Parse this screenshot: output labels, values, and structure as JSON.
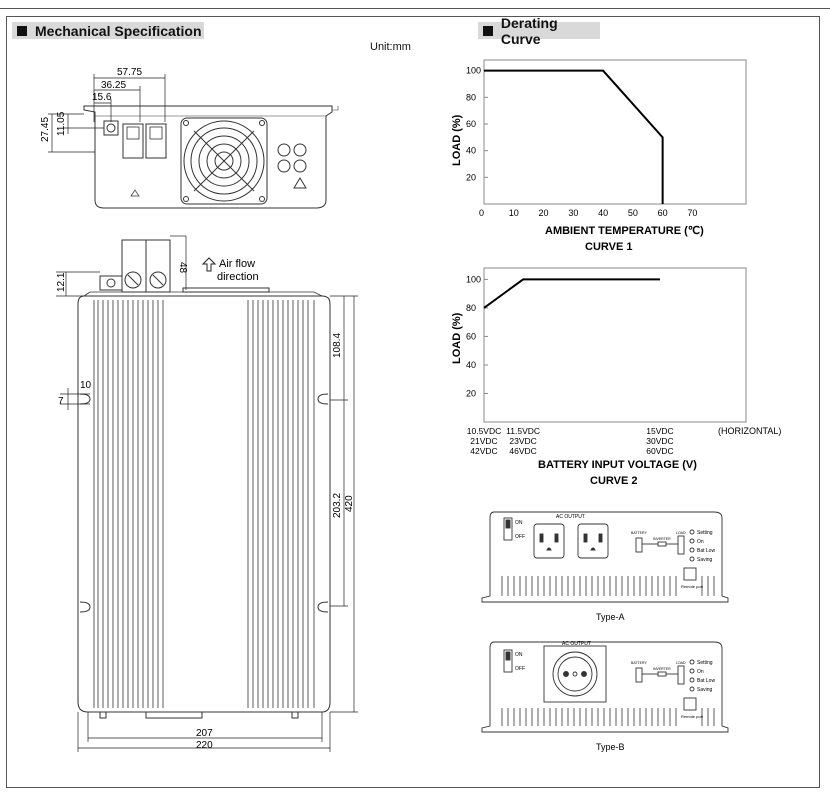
{
  "headers": {
    "mechanical": "Mechanical Specification",
    "derating": "Derating Curve"
  },
  "unit": "Unit:mm",
  "dims": {
    "d57_75": "57.75",
    "d36_25": "36.25",
    "d15_6": "15.6",
    "d27_45": "27.45",
    "d11_05": "11.05",
    "d48": "48",
    "d12_1": "12.1",
    "d108_4": "108.4",
    "d420": "420",
    "d203_2": "203.2",
    "d10": "10",
    "d7": "7",
    "d207": "207",
    "d220": "220"
  },
  "airflow": {
    "line1": "Air flow",
    "line2": "direction"
  },
  "chart_data": [
    {
      "type": "line",
      "name": "curve1",
      "x": [
        0,
        40,
        60,
        60
      ],
      "y": [
        100,
        100,
        50,
        0
      ],
      "xticks": [
        "0",
        "10",
        "20",
        "30",
        "40",
        "50",
        "60",
        "70"
      ],
      "yticks": [
        "20",
        "40",
        "60",
        "80",
        "100"
      ],
      "xlim": [
        0,
        88
      ],
      "ylim": [
        0,
        108
      ],
      "ylabel": "LOAD (%)",
      "xlabel": "AMBIENT  TEMPERATURE (℃)",
      "title": "CURVE 1"
    },
    {
      "type": "line",
      "name": "curve2",
      "x": [
        10.5,
        11.5,
        15
      ],
      "y": [
        80,
        100,
        100
      ],
      "xticks": [
        [
          "10.5VDC",
          "21VDC",
          "42VDC"
        ],
        [
          "11.5VDC",
          "23VDC",
          "46VDC"
        ],
        [
          "15VDC",
          "30VDC",
          "60VDC"
        ]
      ],
      "yticks": [
        "20",
        "40",
        "60",
        "80",
        "100"
      ],
      "ylim": [
        0,
        108
      ],
      "extra": "(HORIZONTAL)",
      "ylabel": "LOAD (%)",
      "xlabel": "BATTERY  INPUT  VOLTAGE (V)",
      "title": "CURVE 2"
    }
  ],
  "panels": {
    "typeA": {
      "label": "Type-A",
      "ac_output": "AC OUTPUT",
      "on": "ON",
      "off": "OFF",
      "battery": "BATTERY",
      "inverter": "INVERTER",
      "load": "LOAD",
      "leds": [
        "Setting",
        "On",
        "Bat Low",
        "Saving"
      ],
      "remote": "Remote port"
    },
    "typeB": {
      "label": "Type-B",
      "ac_output": "AC OUTPUT",
      "on": "ON",
      "off": "OFF",
      "battery": "BATTERY",
      "inverter": "INVERTER",
      "load": "LOAD",
      "leds": [
        "Setting",
        "On",
        "Bat Low",
        "Saving"
      ],
      "remote": "Remote port"
    }
  }
}
